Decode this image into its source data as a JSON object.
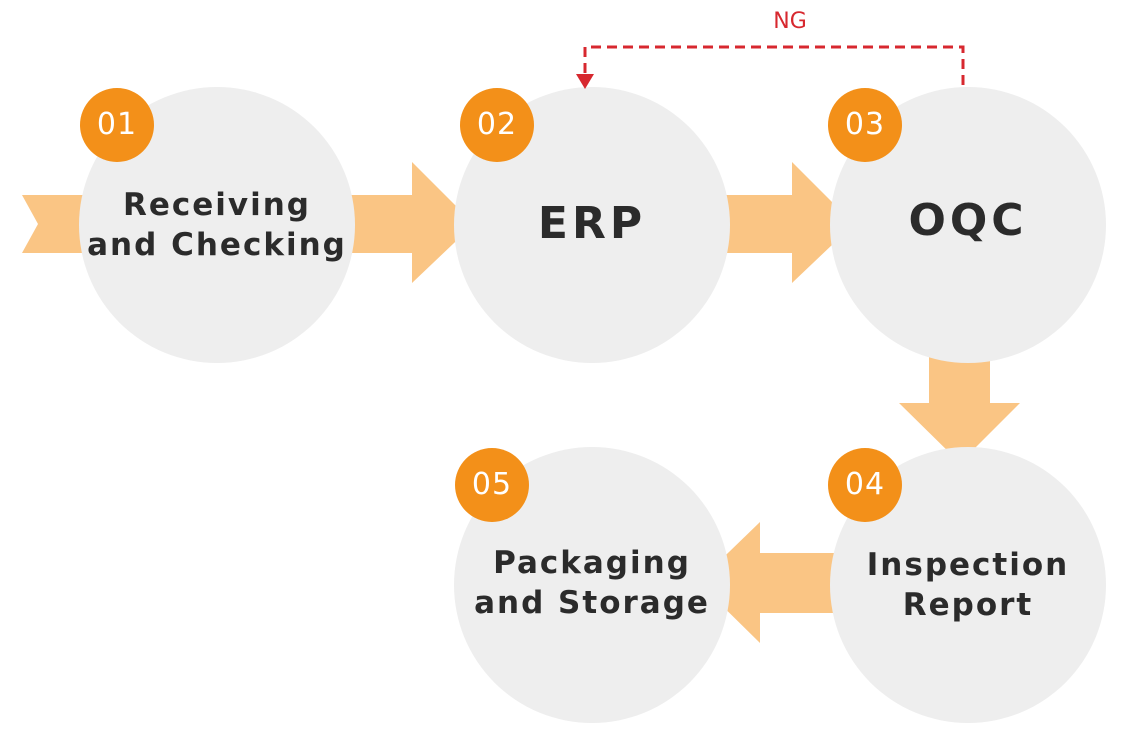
{
  "colors": {
    "arrow": "#fac584",
    "circle": "#eeeeee",
    "badge": "#f39019",
    "feedback": "#d7282f",
    "text": "#2b2b2b"
  },
  "steps": [
    {
      "number": "01",
      "label": "Receiving\nand Checking"
    },
    {
      "number": "02",
      "label": "ERP"
    },
    {
      "number": "03",
      "label": "OQC"
    },
    {
      "number": "04",
      "label": "Inspection\nReport"
    },
    {
      "number": "05",
      "label": "Packaging\nand Storage"
    }
  ],
  "feedback": {
    "label": "NG",
    "from_step": "03",
    "to_step": "02",
    "line_style": "dashed"
  }
}
